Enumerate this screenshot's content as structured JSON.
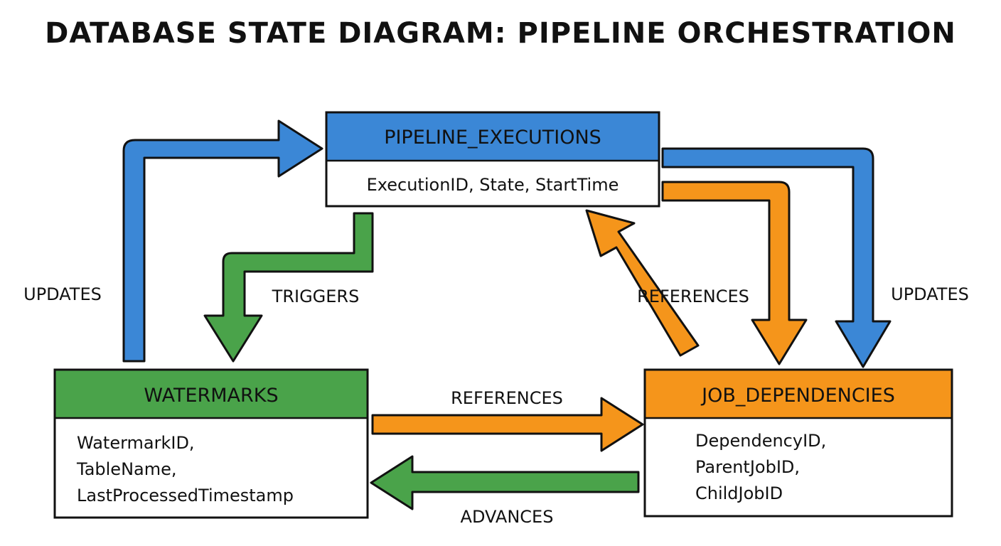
{
  "title": "DATABASE STATE DIAGRAM: PIPELINE ORCHESTRATION",
  "colors": {
    "blue": "#3b87d6",
    "green": "#4aa34a",
    "orange": "#f5951b",
    "outline": "#111111"
  },
  "tables": {
    "pipeline_executions": {
      "name": "PIPELINE_EXECUTIONS",
      "fields": [
        "ExecutionID, State, StartTime"
      ]
    },
    "watermarks": {
      "name": "WATERMARKS",
      "fields": [
        "WatermarkID,",
        "TableName,",
        "LastProcessedTimestamp"
      ]
    },
    "job_dependencies": {
      "name": "JOB_DEPENDENCIES",
      "fields": [
        "DependencyID,",
        "ParentJobID,",
        "ChildJobID"
      ]
    }
  },
  "relations": {
    "watermarks_updates_pipeline": "UPDATES",
    "pipeline_triggers_watermarks": "TRIGGERS",
    "jobdeps_references_pipeline": "REFERENCES",
    "pipeline_updates_jobdeps": "UPDATES",
    "watermarks_references_jobdeps": "REFERENCES",
    "jobdeps_advances_watermarks": "ADVANCES"
  }
}
